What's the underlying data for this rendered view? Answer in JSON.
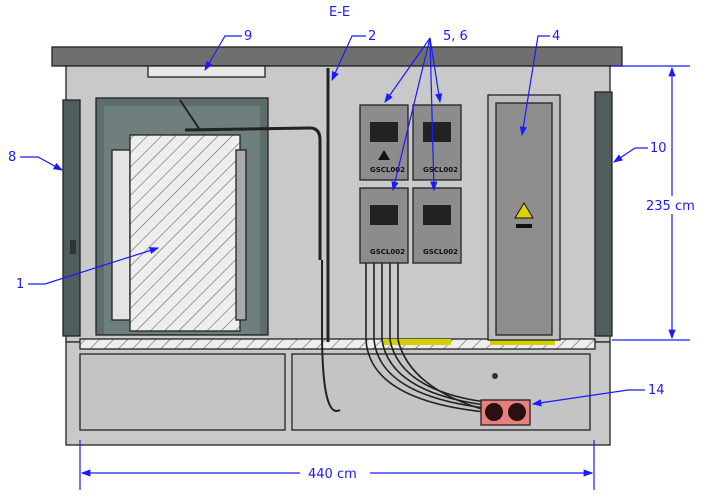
{
  "section_title": "E-E",
  "callouts": {
    "transformer": "1",
    "partition_wall": "2",
    "mv_cabinet": "4",
    "lv_boxes": "5, 6",
    "left_vent": "8",
    "light": "9",
    "right_vent": "10",
    "cable_entries": "14"
  },
  "dimensions": {
    "width": "440 cm",
    "height": "235 cm"
  },
  "box_code": "GSCL002",
  "colors": {
    "annotation": "#1a1aff",
    "body": "#c9c9c9",
    "door": "#5c6d6c",
    "yellow": "#d4cf00",
    "connector": "#e88080"
  }
}
